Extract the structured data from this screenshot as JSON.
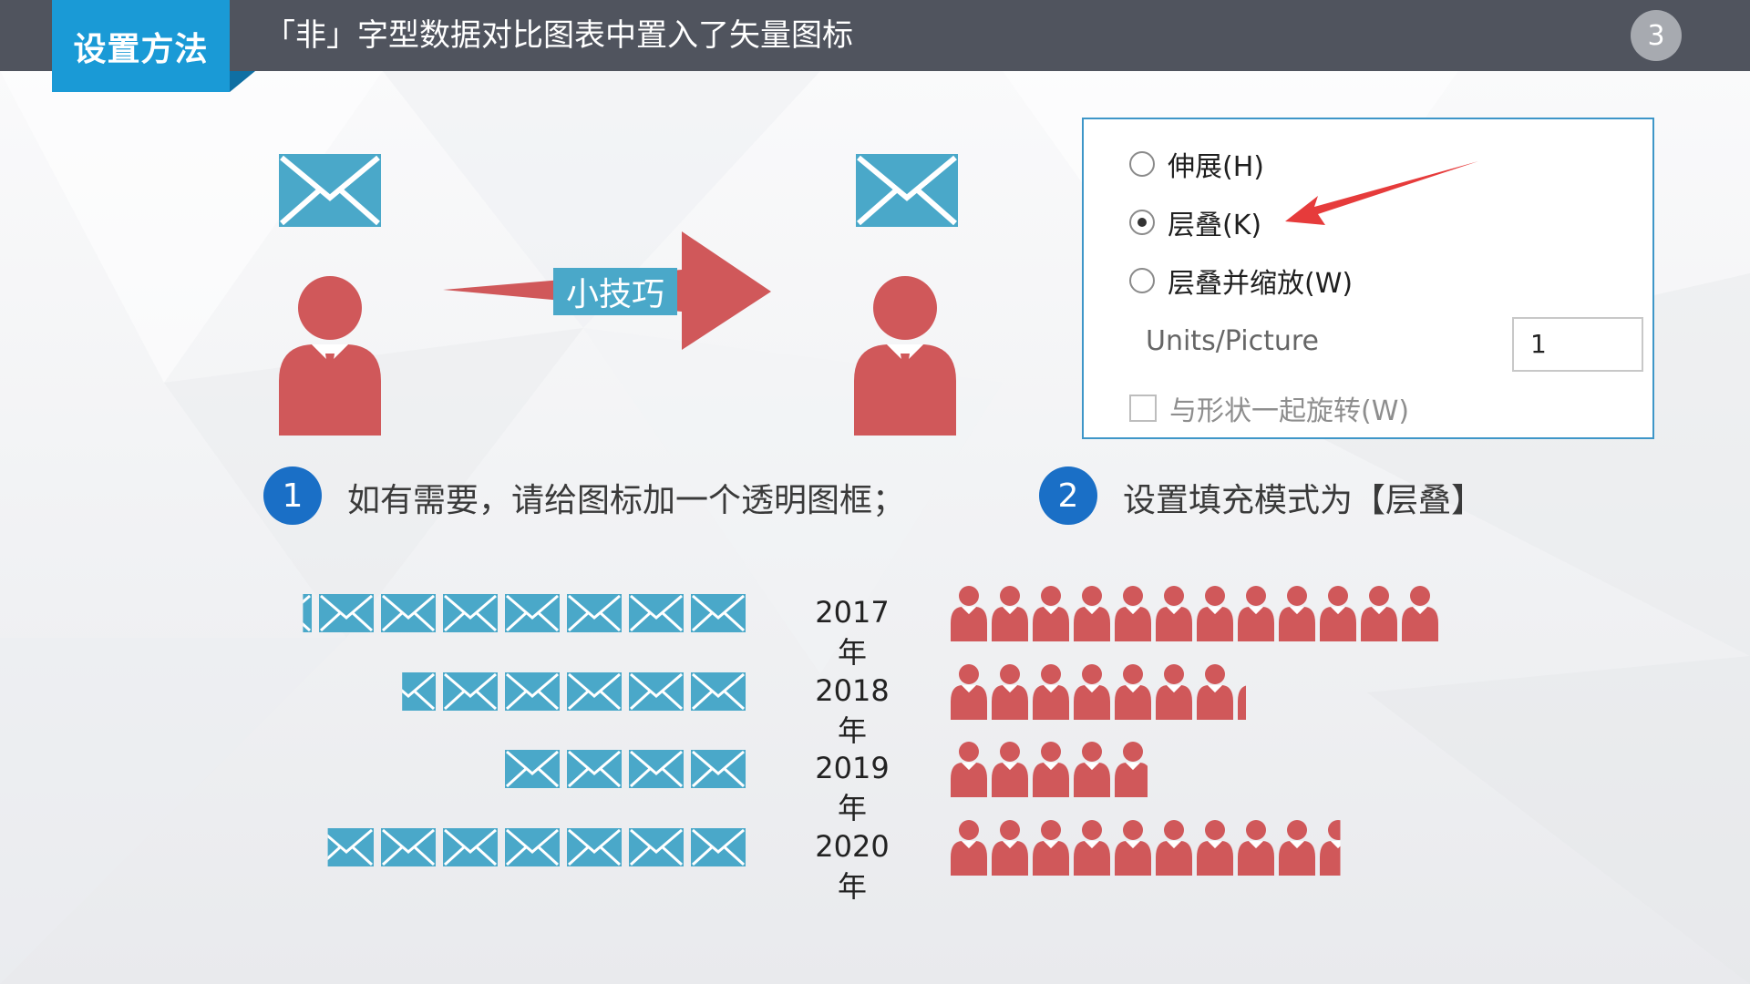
{
  "header": {
    "section_tab": "设置方法",
    "title": "「非」字型数据对比图表中置入了矢量图标",
    "page_number": "3"
  },
  "demo": {
    "arrow_label": "小技巧"
  },
  "dialog": {
    "options": [
      {
        "label": "伸展(H)",
        "checked": false
      },
      {
        "label": "层叠(K)",
        "checked": true
      },
      {
        "label": "层叠并缩放(W)",
        "checked": false
      }
    ],
    "units_label": "Units/Picture",
    "units_value": "1",
    "checkbox_label": "与形状一起旋转(W)",
    "checkbox_checked": false
  },
  "steps": [
    {
      "number": "1",
      "text": "如有需要，请给图标加一个透明图框；"
    },
    {
      "number": "2",
      "text": "设置填充模式为【层叠】"
    }
  ],
  "colors": {
    "envelope": "#4aa8c9",
    "person": "#d0585a",
    "accent_blue": "#1a9ad6",
    "arrow": "#d0585a",
    "pointer": "#e63b3b"
  },
  "icons": {
    "mail": "envelope-icon",
    "person": "person-icon"
  },
  "chart_data": {
    "type": "bar",
    "categories": [
      "2017年",
      "2018年",
      "2019年",
      "2020年"
    ],
    "series": [
      {
        "values": [
          7.2,
          5.6,
          4,
          6.8
        ]
      },
      {
        "values": [
          12,
          7.2,
          4.8,
          9.5
        ]
      }
    ]
  }
}
